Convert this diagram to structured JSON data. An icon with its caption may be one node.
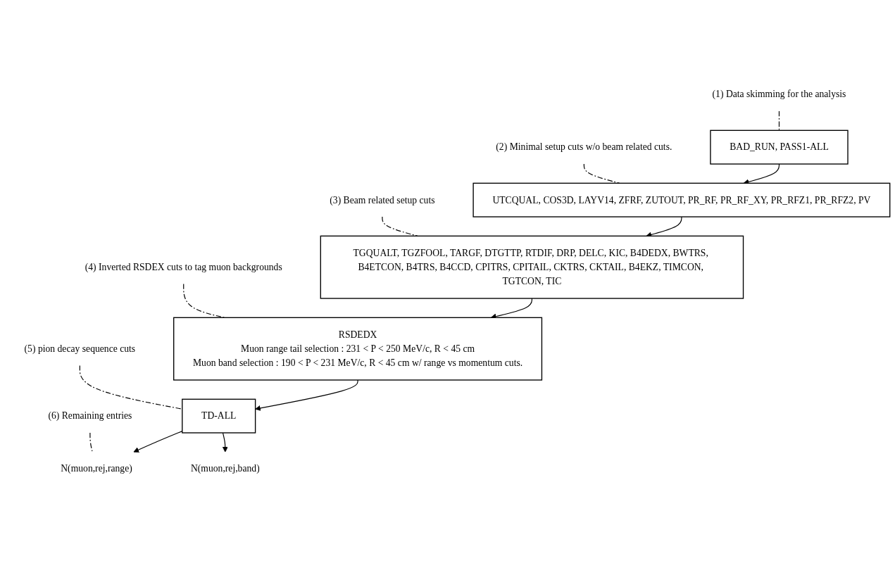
{
  "diagram": {
    "nodes": [
      {
        "text": [
          "(1) Data skimming for the analysis"
        ]
      },
      {
        "text": [
          "BAD_RUN, PASS1-ALL"
        ]
      },
      {
        "text": [
          "(2) Minimal setup cuts w/o beam related cuts."
        ]
      },
      {
        "text": [
          "UTCQUAL, COS3D, LAYV14, ZFRF, ZUTOUT, PR_RF, PR_RF_XY, PR_RFZ1, PR_RFZ2, PV"
        ]
      },
      {
        "text": [
          "(3) Beam related setup cuts"
        ]
      },
      {
        "text": [
          "TGQUALT, TGZFOOL, TARGF, DTGTTP, RTDIF, DRP, DELC, KIC, B4DEDX, BWTRS, B4ETCON, B4TRS, B4CCD, CPITRS, CPITAIL, CKTRS, CKTAIL, B4EKZ, TIMCON, TGTCON, TIC"
        ]
      },
      {
        "text": [
          "(4) Inverted RSDEX cuts to tag muon backgrounds"
        ]
      },
      {
        "text": [
          "RSDEDX",
          "Muon range tail selection : 231 < P < 250 MeV/c, R < 45 cm",
          "Muon band selection : 190 < P < 231 MeV/c, R < 45 cm w/ range vs momentum cuts."
        ]
      },
      {
        "text": [
          "(5) pion decay sequence cuts"
        ]
      },
      {
        "text": [
          "TD-ALL"
        ]
      },
      {
        "text": [
          "(6) Remaining entries"
        ]
      },
      {
        "text": [
          "N(muon,rej,range)"
        ]
      },
      {
        "text": [
          "N(muon,rej,band)"
        ]
      }
    ],
    "edges": [
      {
        "from": 0,
        "to": 1,
        "arrow": "none",
        "style": "dashed"
      },
      {
        "from": 1,
        "to": 3,
        "arrow": "to"
      },
      {
        "from": 2,
        "to": 3,
        "arrow": "none",
        "style": "dashed"
      },
      {
        "from": 3,
        "to": 5,
        "arrow": "to"
      },
      {
        "from": 4,
        "to": 5,
        "arrow": "none",
        "style": "dashed"
      },
      {
        "from": 5,
        "to": 7,
        "arrow": "to"
      },
      {
        "from": 6,
        "to": 7,
        "arrow": "none",
        "style": "dashed"
      },
      {
        "from": 7,
        "to": 9,
        "arrow": "to"
      },
      {
        "from": 8,
        "to": 9,
        "arrow": "none",
        "style": "dashed"
      },
      {
        "from": 9,
        "to": 11,
        "arrow": "to"
      },
      {
        "from": 9,
        "to": 12,
        "arrow": "to"
      },
      {
        "from": 10,
        "to": 11,
        "arrow": "none",
        "style": "dashed"
      }
    ]
  }
}
